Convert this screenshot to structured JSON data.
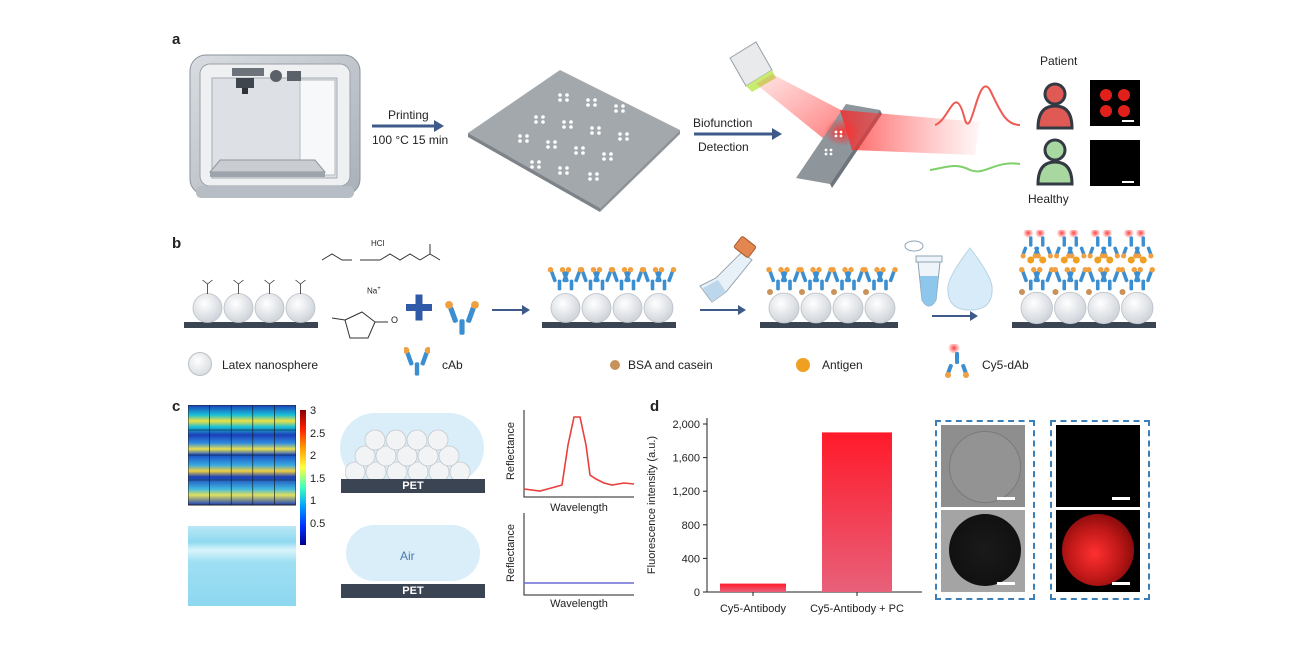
{
  "panels": {
    "a": "a",
    "b": "b",
    "c": "c",
    "d": "d"
  },
  "panel_a": {
    "arrow1_top": "Printing",
    "arrow1_bottom": "100 °C  15 min",
    "arrow2_top": "Biofunction",
    "arrow2_bottom": "Detection",
    "patient": "Patient",
    "healthy": "Healthy"
  },
  "panel_b": {
    "hcl": "HCl",
    "na": "Na",
    "na_sup": "+",
    "o_minus": "O",
    "legend": {
      "latex": "Latex nanosphere",
      "cab": "cAb",
      "bsa": "BSA and casein",
      "antigen": "Antigen",
      "dab": "Cy5-dAb"
    }
  },
  "panel_c": {
    "colorbar_ticks": [
      "3",
      "2.5",
      "2",
      "1.5",
      "1",
      "0.5"
    ],
    "pet": "PET",
    "air": "Air",
    "ylabel": "Reflectance",
    "xlabel": "Wavelength"
  },
  "colors": {
    "navy": "#3a4452",
    "blue_arrow": "#3d5a8a",
    "red": "#e8403d",
    "antibody_blue": "#3b8ed0",
    "antibody_orange": "#f0a040",
    "antigen": "#f0a020",
    "bsa": "#c8925a",
    "green": "#7fcf6a"
  },
  "chart_data": {
    "type": "bar",
    "categories": [
      "Cy5-Antibody",
      "Cy5-Antibody + PC"
    ],
    "values": [
      100,
      1900
    ],
    "ylabel": "Fluorescence intensity (a.u.)",
    "ylim": [
      0,
      2000
    ],
    "yticks": [
      "0",
      "400",
      "800",
      "1,200",
      "1,600",
      "2,000"
    ],
    "ytick_values": [
      0,
      400,
      800,
      1200,
      1600,
      2000
    ]
  }
}
